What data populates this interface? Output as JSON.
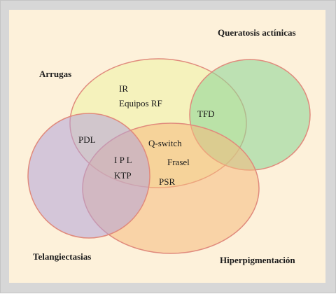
{
  "diagram": {
    "type": "venn",
    "colors": {
      "frame": "#d7d7d7",
      "background": "#fdf1da",
      "arrugas": "#f2f3b4",
      "queratosis": "#93d79a",
      "telangiectasias": "#b3a3d8",
      "hiperpigmentacion": "#f6b97d",
      "outline": "#e08a7c"
    },
    "categories": {
      "queratosis": "Queratosis actínicas",
      "arrugas": "Arrugas",
      "telangiectasias": "Telangiectasias",
      "hiperpigmentacion": "Hiperpigmentación"
    },
    "items": {
      "ir": "IR",
      "equipos_rf": "Equipos RF",
      "tfd": "TFD",
      "pdl": "PDL",
      "qswitch": "Q-switch",
      "ipl": "I P L",
      "frasel": "Frasel",
      "ktp": "KTP",
      "psr": "PSR"
    }
  }
}
